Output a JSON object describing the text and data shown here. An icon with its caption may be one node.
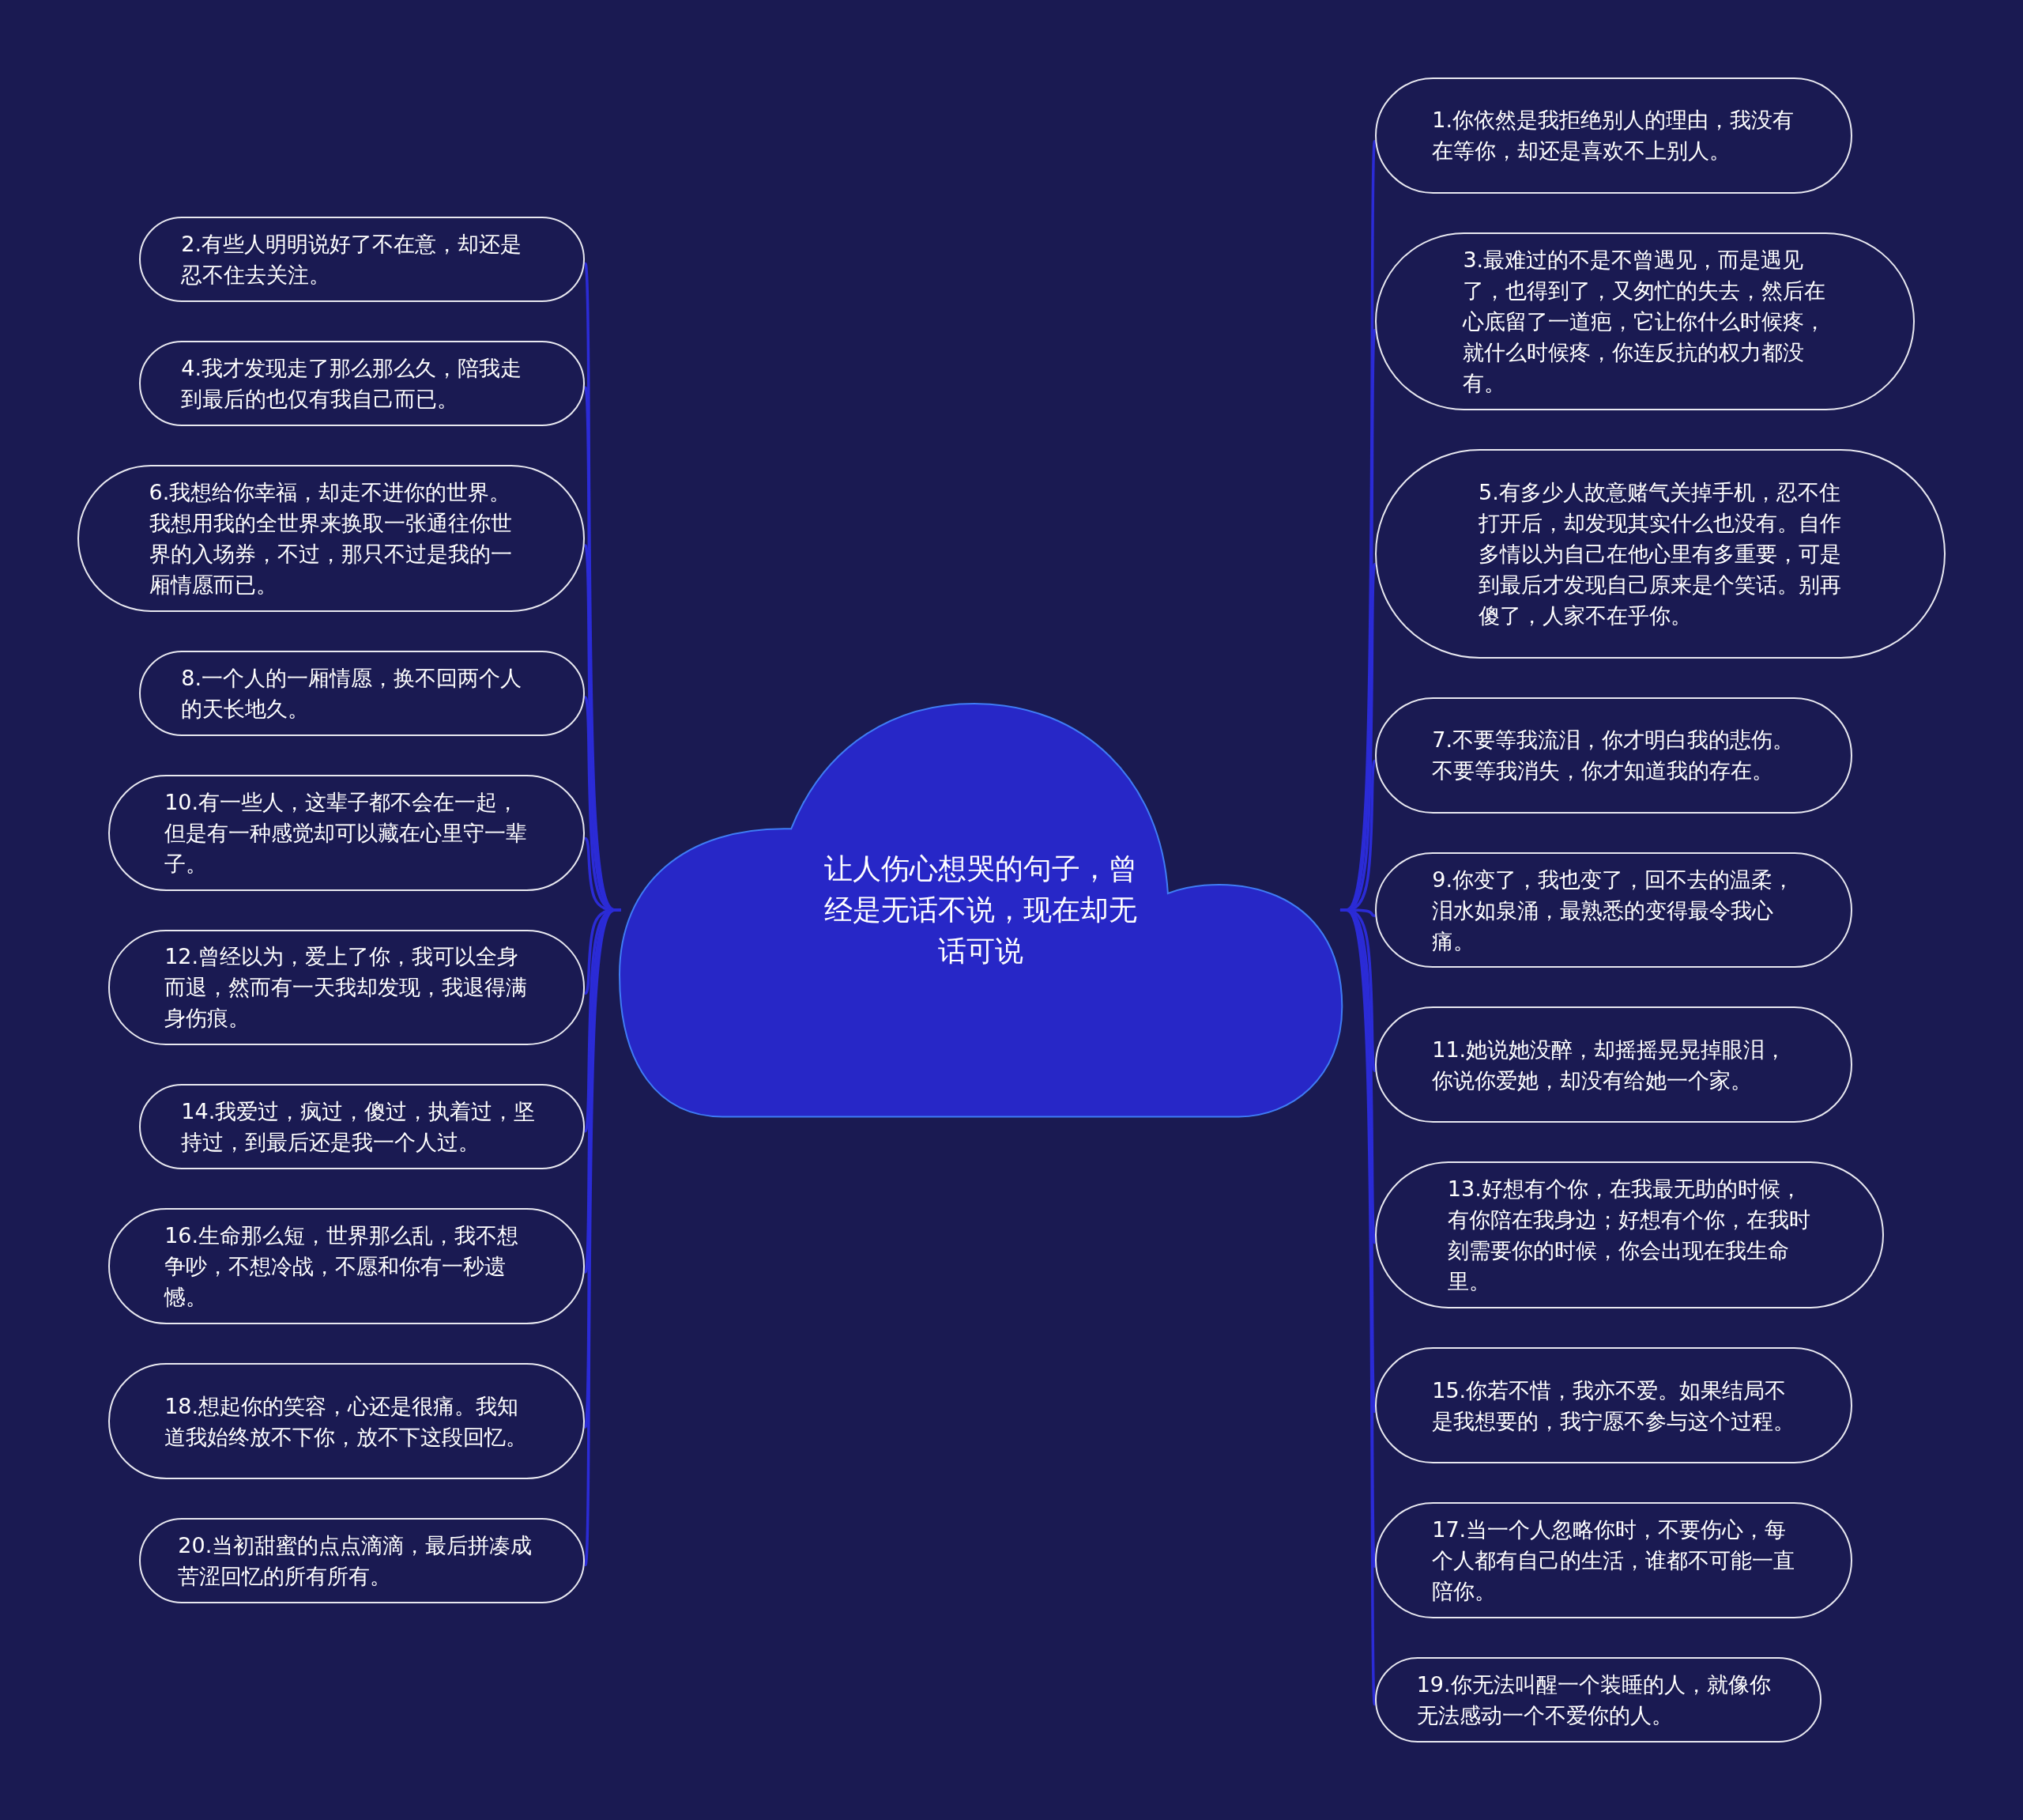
{
  "diagram": {
    "nodes": [
      {
        "text": [
          "让人伤心想哭的句子，曾经是无话不说，现在却无话可说"
        ]
      },
      {
        "text": [
          "1.你依然是我拒绝别人的理由，我没有在等你，却还是喜欢不上别人。"
        ]
      },
      {
        "text": [
          "2.有些人明明说好了不在意，却还是忍不住去关注。"
        ]
      },
      {
        "text": [
          "3.最难过的不是不曾遇见，而是遇见了，也得到了，又匆忙的失去，然后在心底留了一道疤，它让你什么时候疼，就什么时候疼，你连反抗的权力都没有。"
        ]
      },
      {
        "text": [
          "4.我才发现走了那么那么久，陪我走到最后的也仅有我自己而已。"
        ]
      },
      {
        "text": [
          "5.有多少人故意赌气关掉手机，忍不住打开后，却发现其实什么也没有。自作多情以为自己在他心里有多重要，可是到最后才发现自己原来是个笑话。别再傻了，人家不在乎你。"
        ]
      },
      {
        "text": [
          "6.我想给你幸福，却走不进你的世界。我想用我的全世界来换取一张通往你世界的入场券，不过，那只不过是我的一厢情愿而已。"
        ]
      },
      {
        "text": [
          "7.不要等我流泪，你才明白我的悲伤。不要等我消失，你才知道我的存在。"
        ]
      },
      {
        "text": [
          "8.一个人的一厢情愿，换不回两个人的天长地久。"
        ]
      },
      {
        "text": [
          "9.你变了，我也变了，回不去的温柔，泪水如泉涌，最熟悉的变得最令我心痛。"
        ]
      },
      {
        "text": [
          "10.有一些人，这辈子都不会在一起，但是有一种感觉却可以藏在心里守一辈子。"
        ]
      },
      {
        "text": [
          "11.她说她没醉，却摇摇晃晃掉眼泪，你说你爱她，却没有给她一个家。"
        ]
      },
      {
        "text": [
          "12.曾经以为，爱上了你，我可以全身而退，然而有一天我却发现，我退得满身伤痕。"
        ]
      },
      {
        "text": [
          "13.好想有个你，在我最无助的时候，有你陪在我身边；好想有个你，在我时刻需要你的时候，你会出现在我生命里。"
        ]
      },
      {
        "text": [
          "14.我爱过，疯过，傻过，执着过，坚持过，到最后还是我一个人过。"
        ]
      },
      {
        "text": [
          "15.你若不惜，我亦不爱。如果结局不是我想要的，我宁愿不参与这个过程。"
        ]
      },
      {
        "text": [
          "16.生命那么短，世界那么乱，我不想争吵，不想冷战，不愿和你有一秒遗憾。"
        ]
      },
      {
        "text": [
          "17.当一个人忽略你时，不要伤心，每个人都有自己的生活，谁都不可能一直陪你。"
        ]
      },
      {
        "text": [
          "18.想起你的笑容，心还是很痛。我知道我始终放不下你，放不下这段回忆。"
        ]
      },
      {
        "text": [
          "19.你无法叫醒一个装睡的人，就像你无法感动一个不爱你的人。"
        ]
      },
      {
        "text": [
          "20.当初甜蜜的点点滴滴，最后拼凑成苦涩回忆的所有所有。"
        ]
      }
    ],
    "edges": [
      {
        "from": 0,
        "to": 1,
        "arrow": "none"
      },
      {
        "from": 0,
        "to": 2,
        "arrow": "none"
      },
      {
        "from": 0,
        "to": 3,
        "arrow": "none"
      },
      {
        "from": 0,
        "to": 4,
        "arrow": "none"
      },
      {
        "from": 0,
        "to": 5,
        "arrow": "none"
      },
      {
        "from": 0,
        "to": 6,
        "arrow": "none"
      },
      {
        "from": 0,
        "to": 7,
        "arrow": "none"
      },
      {
        "from": 0,
        "to": 8,
        "arrow": "none"
      },
      {
        "from": 0,
        "to": 9,
        "arrow": "none"
      },
      {
        "from": 0,
        "to": 10,
        "arrow": "none"
      },
      {
        "from": 0,
        "to": 11,
        "arrow": "none"
      },
      {
        "from": 0,
        "to": 12,
        "arrow": "none"
      },
      {
        "from": 0,
        "to": 13,
        "arrow": "none"
      },
      {
        "from": 0,
        "to": 14,
        "arrow": "none"
      },
      {
        "from": 0,
        "to": 15,
        "arrow": "none"
      },
      {
        "from": 0,
        "to": 16,
        "arrow": "none"
      },
      {
        "from": 0,
        "to": 17,
        "arrow": "none"
      },
      {
        "from": 0,
        "to": 18,
        "arrow": "none"
      },
      {
        "from": 0,
        "to": 19,
        "arrow": "none"
      },
      {
        "from": 0,
        "to": 20,
        "arrow": "none"
      }
    ]
  }
}
